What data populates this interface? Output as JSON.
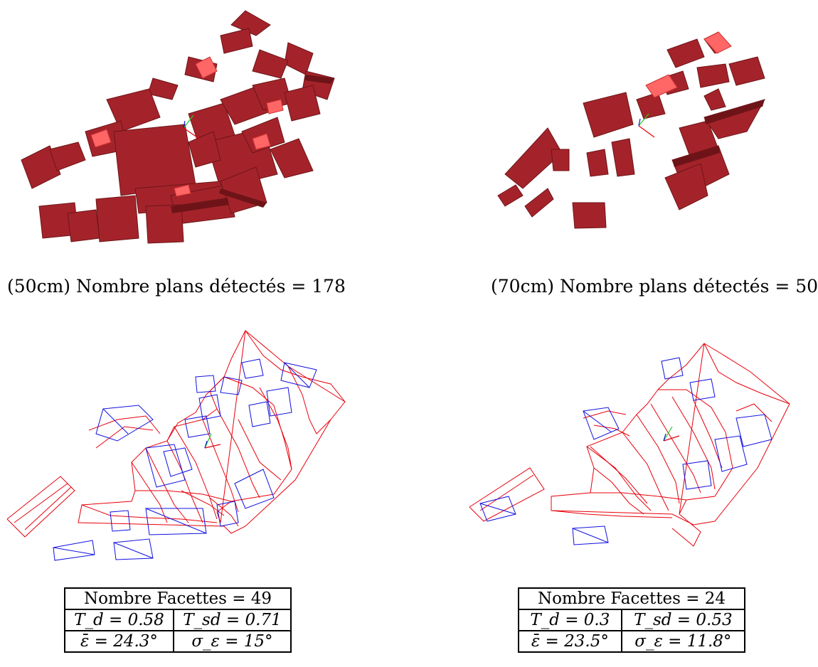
{
  "figure": {
    "left": {
      "caption": "(50cm) Nombre plans détectés = 178",
      "table": {
        "row1": "Nombre Facettes = 49",
        "td": "T_d = 0.58",
        "tsd": "T_sd = 0.71",
        "eps_mean": "ε̄ = 24.3°",
        "eps_sigma": "σ_ε = 15°"
      }
    },
    "right": {
      "caption": "(70cm) Nombre plans détectés = 50",
      "table": {
        "row1": "Nombre Facettes = 24",
        "td": "T_d = 0.3",
        "tsd": "T_sd = 0.53",
        "eps_mean": "ε̄ = 23.5°",
        "eps_sigma": "σ_ε = 11.8°"
      }
    }
  },
  "colors": {
    "plane_dark": "#8b1a1f",
    "plane_mid": "#b22a2f",
    "plane_light": "#ff6b6b",
    "wire_red": "#e8000b",
    "wire_blue": "#1010e0",
    "axis_green": "#22cc22"
  }
}
